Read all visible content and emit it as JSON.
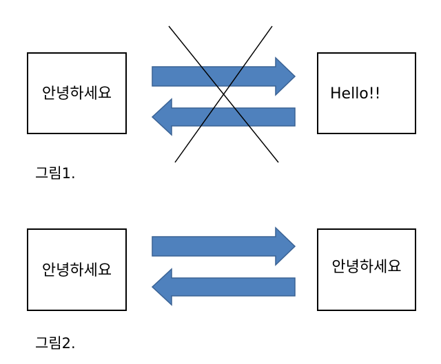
{
  "figure1": {
    "left_box_text": "안녕하세요",
    "right_box_text": "Hello!!",
    "caption": "그림1."
  },
  "figure2": {
    "left_box_text": "안녕하세요",
    "right_box_text": "안녕하세요",
    "caption": "그림2."
  },
  "colors": {
    "arrow_fill": "#4f81bd",
    "arrow_stroke": "#3a6294",
    "box_stroke": "#000000",
    "cross_stroke": "#000000"
  }
}
